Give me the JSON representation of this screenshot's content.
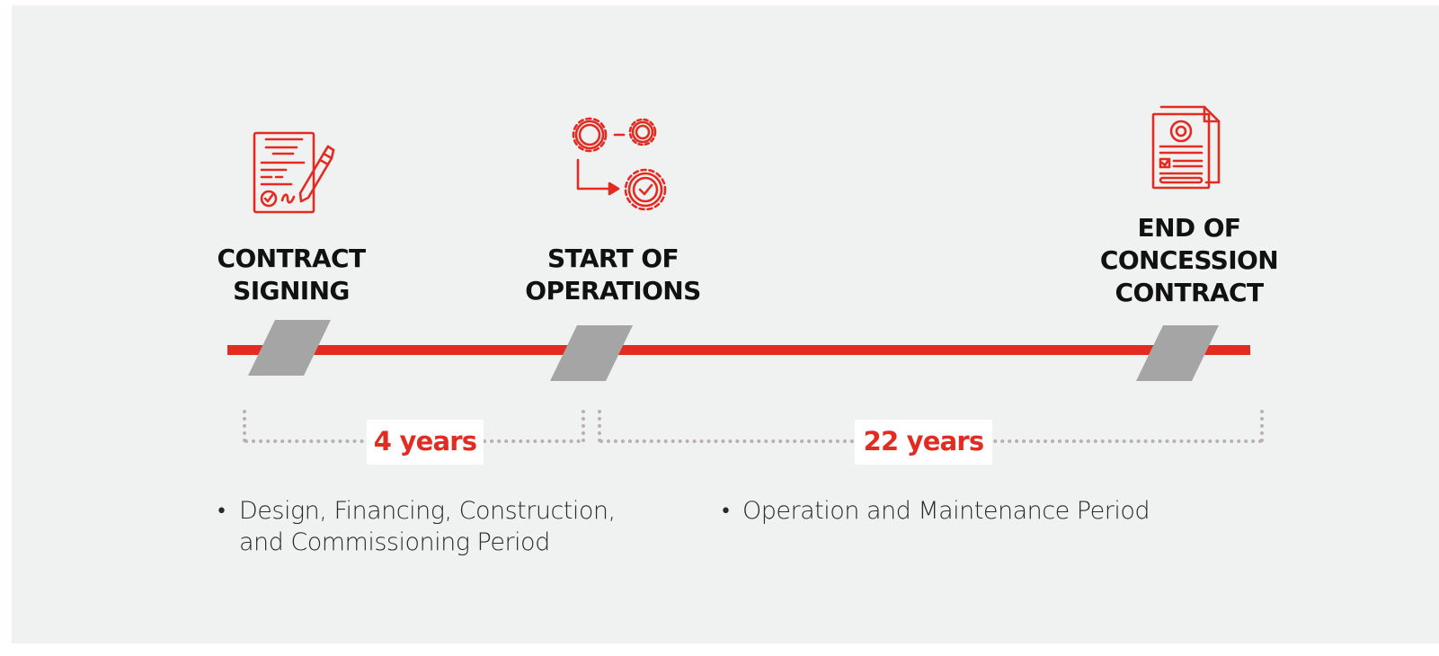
{
  "colors": {
    "accent": "#e32b22",
    "slash_gray": "#a5a5a5",
    "dots": "#bab1ae",
    "panel_bg": "#f0f1f1"
  },
  "milestones": [
    {
      "id": "contract-signing",
      "icon": "contract-signing-icon",
      "title_lines": [
        "CONTRACT",
        "SIGNING"
      ]
    },
    {
      "id": "start-of-operations",
      "icon": "gears-process-icon",
      "title_lines": [
        "START OF",
        "OPERATIONS"
      ]
    },
    {
      "id": "end-of-concession",
      "icon": "documents-icon",
      "title_lines": [
        "END OF",
        "CONCESSION",
        "CONTRACT"
      ]
    }
  ],
  "durations": [
    {
      "label": "4 years",
      "years": 4
    },
    {
      "label": "22 years",
      "years": 22
    }
  ],
  "phases": [
    {
      "bullet": "•",
      "lines": [
        "Design, Financing, Construction,",
        "and Commissioning Period"
      ]
    },
    {
      "bullet": "•",
      "lines": [
        "Operation and Maintenance Period"
      ]
    }
  ]
}
